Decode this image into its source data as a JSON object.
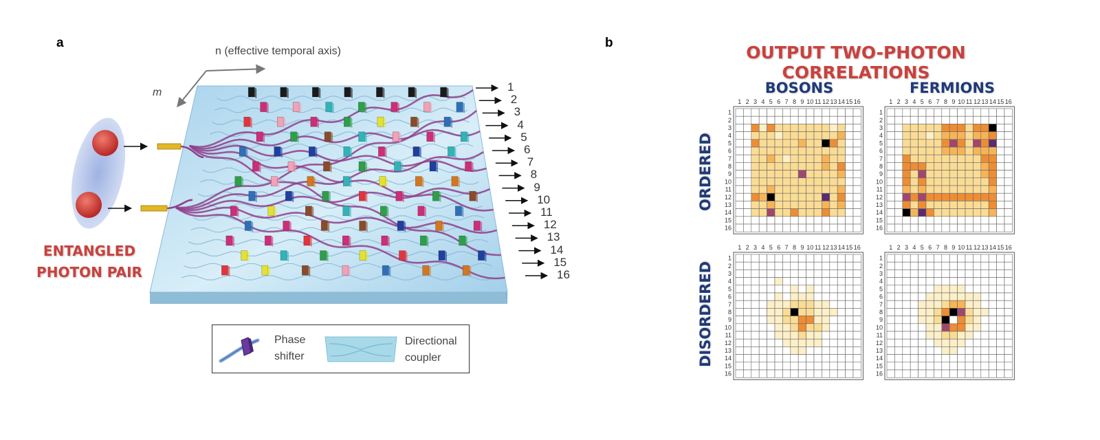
{
  "panel_a": {
    "label": "a",
    "axis_n_label": "n (effective temporal axis)",
    "axis_m_label": "m",
    "entangled_label_line1": "ENTANGLED",
    "entangled_label_line2": "PHOTON PAIR",
    "output_ports": [
      "1",
      "2",
      "3",
      "4",
      "5",
      "6",
      "7",
      "8",
      "9",
      "10",
      "11",
      "12",
      "13",
      "14",
      "15",
      "16"
    ],
    "legend": {
      "phase_shifter_line1": "Phase",
      "phase_shifter_line2": "shifter",
      "coupler_line1": "Directional",
      "coupler_line2": "coupler"
    },
    "colors": {
      "chip": "#a9d4ec",
      "waveguide": "#8f3f8c",
      "photon": "#c8312e",
      "ellipse": "#b9c8ea",
      "input_rod": "#e2b823"
    }
  },
  "panel_b": {
    "label": "b",
    "title": "OUTPUT TWO-PHOTON CORRELATIONS",
    "col_heading_bosons": "BOSONS",
    "col_heading_fermions": "FERMIONS",
    "row_heading_ordered": "ORDERED",
    "row_heading_disordered": "DISORDERED",
    "ticks": [
      "1",
      "2",
      "3",
      "4",
      "5",
      "6",
      "7",
      "8",
      "9",
      "10",
      "11",
      "12",
      "13",
      "14",
      "15",
      "16"
    ],
    "palette": [
      "#ffffff",
      "#fdf0c8",
      "#fbdc95",
      "#f7b457",
      "#ee8d34",
      "#e66a2c",
      "#a0476f",
      "#5a2b70",
      "#000000"
    ],
    "colors": {
      "title": "#c9413d",
      "heading": "#1f3a78",
      "grid": "#555555"
    }
  },
  "chart_data": [
    {
      "type": "heatmap",
      "title": "BOSONS",
      "row_label": "ORDERED",
      "x": [
        1,
        2,
        3,
        4,
        5,
        6,
        7,
        8,
        9,
        10,
        11,
        12,
        13,
        14,
        15,
        16
      ],
      "y": [
        1,
        2,
        3,
        4,
        5,
        6,
        7,
        8,
        9,
        10,
        11,
        12,
        13,
        14,
        15,
        16
      ],
      "scale": "0 = white, 8 = black",
      "values": [
        [
          0,
          0,
          0,
          0,
          0,
          0,
          0,
          0,
          0,
          0,
          0,
          0,
          0,
          0,
          0,
          0
        ],
        [
          0,
          0,
          0,
          0,
          0,
          0,
          0,
          0,
          0,
          0,
          0,
          0,
          0,
          0,
          0,
          0
        ],
        [
          0,
          0,
          4,
          1,
          4,
          2,
          2,
          2,
          2,
          2,
          2,
          2,
          1,
          2,
          0,
          0
        ],
        [
          0,
          0,
          2,
          2,
          2,
          1,
          2,
          2,
          2,
          2,
          2,
          2,
          2,
          3,
          0,
          0
        ],
        [
          0,
          0,
          4,
          2,
          2,
          2,
          2,
          2,
          3,
          2,
          2,
          8,
          4,
          2,
          0,
          0
        ],
        [
          0,
          0,
          2,
          2,
          2,
          2,
          2,
          2,
          2,
          2,
          2,
          2,
          2,
          2,
          0,
          0
        ],
        [
          0,
          0,
          2,
          2,
          3,
          2,
          1,
          2,
          2,
          2,
          2,
          3,
          2,
          2,
          0,
          0
        ],
        [
          0,
          0,
          2,
          2,
          2,
          2,
          2,
          2,
          2,
          2,
          2,
          3,
          2,
          4,
          0,
          0
        ],
        [
          0,
          0,
          2,
          2,
          2,
          2,
          2,
          2,
          6,
          2,
          2,
          2,
          2,
          3,
          0,
          0
        ],
        [
          0,
          0,
          2,
          2,
          2,
          2,
          2,
          2,
          2,
          2,
          2,
          2,
          2,
          2,
          0,
          0
        ],
        [
          0,
          0,
          2,
          2,
          3,
          2,
          2,
          2,
          2,
          2,
          2,
          2,
          2,
          3,
          0,
          0
        ],
        [
          0,
          0,
          4,
          3,
          8,
          2,
          2,
          2,
          2,
          2,
          2,
          7,
          2,
          4,
          0,
          0
        ],
        [
          0,
          0,
          2,
          2,
          3,
          2,
          2,
          2,
          2,
          2,
          2,
          3,
          2,
          3,
          0,
          0
        ],
        [
          0,
          0,
          2,
          2,
          6,
          2,
          2,
          4,
          2,
          2,
          2,
          4,
          2,
          2,
          0,
          0
        ],
        [
          0,
          0,
          0,
          0,
          0,
          0,
          0,
          0,
          0,
          0,
          0,
          0,
          0,
          0,
          0,
          0
        ],
        [
          0,
          0,
          0,
          0,
          0,
          0,
          0,
          0,
          0,
          0,
          0,
          0,
          0,
          0,
          0,
          0
        ]
      ]
    },
    {
      "type": "heatmap",
      "title": "FERMIONS",
      "row_label": "ORDERED",
      "x": [
        1,
        2,
        3,
        4,
        5,
        6,
        7,
        8,
        9,
        10,
        11,
        12,
        13,
        14,
        15,
        16
      ],
      "y": [
        1,
        2,
        3,
        4,
        5,
        6,
        7,
        8,
        9,
        10,
        11,
        12,
        13,
        14,
        15,
        16
      ],
      "scale": "0 = white, 8 = black",
      "values": [
        [
          0,
          0,
          0,
          0,
          0,
          0,
          0,
          0,
          0,
          0,
          0,
          0,
          0,
          0,
          0,
          0
        ],
        [
          0,
          0,
          0,
          0,
          0,
          0,
          0,
          0,
          0,
          0,
          0,
          0,
          0,
          0,
          0,
          0
        ],
        [
          0,
          0,
          2,
          2,
          2,
          2,
          2,
          4,
          4,
          4,
          2,
          4,
          4,
          8,
          0,
          0
        ],
        [
          0,
          0,
          2,
          2,
          2,
          1,
          2,
          3,
          3,
          3,
          2,
          3,
          3,
          4,
          0,
          0
        ],
        [
          0,
          0,
          2,
          2,
          2,
          2,
          2,
          4,
          6,
          4,
          2,
          6,
          4,
          7,
          0,
          0
        ],
        [
          0,
          0,
          2,
          2,
          2,
          2,
          2,
          3,
          3,
          3,
          2,
          3,
          3,
          3,
          0,
          0
        ],
        [
          0,
          0,
          4,
          2,
          2,
          2,
          2,
          2,
          2,
          2,
          2,
          2,
          4,
          4,
          0,
          0
        ],
        [
          0,
          0,
          4,
          4,
          4,
          2,
          2,
          2,
          2,
          2,
          2,
          2,
          3,
          4,
          0,
          0
        ],
        [
          0,
          0,
          4,
          2,
          6,
          2,
          2,
          2,
          2,
          2,
          2,
          2,
          3,
          4,
          0,
          0
        ],
        [
          0,
          0,
          4,
          2,
          4,
          2,
          2,
          2,
          2,
          2,
          2,
          2,
          2,
          4,
          0,
          0
        ],
        [
          0,
          0,
          3,
          2,
          3,
          2,
          2,
          2,
          2,
          2,
          2,
          2,
          2,
          3,
          0,
          0
        ],
        [
          0,
          0,
          6,
          4,
          6,
          4,
          4,
          4,
          4,
          4,
          4,
          4,
          4,
          4,
          0,
          0
        ],
        [
          0,
          0,
          4,
          2,
          4,
          2,
          2,
          2,
          2,
          2,
          2,
          2,
          2,
          4,
          0,
          0
        ],
        [
          0,
          0,
          8,
          3,
          7,
          4,
          2,
          2,
          2,
          2,
          2,
          2,
          2,
          3,
          0,
          0
        ],
        [
          0,
          0,
          0,
          0,
          0,
          0,
          0,
          0,
          0,
          0,
          0,
          0,
          0,
          0,
          0,
          0
        ],
        [
          0,
          0,
          0,
          0,
          0,
          0,
          0,
          0,
          0,
          0,
          0,
          0,
          0,
          0,
          0,
          0
        ]
      ]
    },
    {
      "type": "heatmap",
      "title": "BOSONS",
      "row_label": "DISORDERED",
      "x": [
        1,
        2,
        3,
        4,
        5,
        6,
        7,
        8,
        9,
        10,
        11,
        12,
        13,
        14,
        15,
        16
      ],
      "y": [
        1,
        2,
        3,
        4,
        5,
        6,
        7,
        8,
        9,
        10,
        11,
        12,
        13,
        14,
        15,
        16
      ],
      "scale": "0 = white, 8 = black",
      "values": [
        [
          0,
          0,
          0,
          0,
          0,
          0,
          0,
          0,
          0,
          0,
          0,
          0,
          0,
          0,
          0,
          0
        ],
        [
          0,
          0,
          0,
          0,
          0,
          0,
          0,
          0,
          0,
          0,
          0,
          0,
          0,
          0,
          0,
          0
        ],
        [
          0,
          0,
          0,
          0,
          0,
          0,
          0,
          0,
          0,
          0,
          0,
          0,
          0,
          0,
          0,
          0
        ],
        [
          0,
          0,
          0,
          0,
          0,
          1,
          0,
          0,
          0,
          0,
          0,
          0,
          0,
          0,
          0,
          0
        ],
        [
          0,
          0,
          0,
          0,
          0,
          0,
          0,
          1,
          0,
          1,
          0,
          0,
          0,
          0,
          0,
          0
        ],
        [
          0,
          0,
          0,
          0,
          0,
          1,
          0,
          1,
          1,
          1,
          0,
          0,
          0,
          0,
          0,
          0
        ],
        [
          0,
          0,
          0,
          0,
          1,
          1,
          1,
          2,
          2,
          2,
          1,
          1,
          0,
          0,
          0,
          0
        ],
        [
          0,
          0,
          0,
          0,
          1,
          1,
          2,
          8,
          2,
          2,
          1,
          1,
          1,
          0,
          0,
          0
        ],
        [
          0,
          0,
          0,
          0,
          1,
          1,
          2,
          2,
          4,
          4,
          1,
          1,
          0,
          0,
          0,
          0
        ],
        [
          0,
          0,
          0,
          0,
          0,
          1,
          1,
          2,
          4,
          2,
          2,
          1,
          0,
          0,
          0,
          0
        ],
        [
          0,
          0,
          0,
          0,
          0,
          1,
          1,
          1,
          2,
          1,
          1,
          0,
          0,
          0,
          0,
          0
        ],
        [
          0,
          0,
          0,
          0,
          0,
          0,
          1,
          1,
          1,
          1,
          1,
          0,
          0,
          0,
          0,
          0
        ],
        [
          0,
          0,
          0,
          0,
          0,
          0,
          0,
          1,
          1,
          0,
          0,
          0,
          0,
          0,
          0,
          0
        ],
        [
          0,
          0,
          0,
          0,
          0,
          0,
          0,
          0,
          0,
          0,
          0,
          0,
          0,
          0,
          0,
          0
        ],
        [
          0,
          0,
          0,
          0,
          0,
          0,
          0,
          0,
          0,
          0,
          0,
          0,
          0,
          0,
          0,
          0
        ],
        [
          0,
          0,
          0,
          0,
          0,
          0,
          0,
          0,
          0,
          0,
          0,
          0,
          0,
          0,
          0,
          0
        ]
      ]
    },
    {
      "type": "heatmap",
      "title": "FERMIONS",
      "row_label": "DISORDERED",
      "x": [
        1,
        2,
        3,
        4,
        5,
        6,
        7,
        8,
        9,
        10,
        11,
        12,
        13,
        14,
        15,
        16
      ],
      "y": [
        1,
        2,
        3,
        4,
        5,
        6,
        7,
        8,
        9,
        10,
        11,
        12,
        13,
        14,
        15,
        16
      ],
      "scale": "0 = white, 8 = black",
      "values": [
        [
          0,
          0,
          0,
          0,
          0,
          0,
          0,
          0,
          0,
          0,
          0,
          0,
          0,
          0,
          0,
          0
        ],
        [
          0,
          0,
          0,
          0,
          0,
          0,
          0,
          0,
          0,
          0,
          0,
          0,
          0,
          0,
          0,
          0
        ],
        [
          0,
          0,
          0,
          0,
          0,
          0,
          0,
          0,
          0,
          0,
          0,
          0,
          0,
          0,
          0,
          0
        ],
        [
          0,
          0,
          0,
          0,
          0,
          0,
          0,
          0,
          0,
          0,
          0,
          0,
          0,
          0,
          0,
          0
        ],
        [
          0,
          0,
          0,
          0,
          0,
          0,
          1,
          1,
          1,
          1,
          0,
          0,
          0,
          0,
          0,
          0
        ],
        [
          0,
          0,
          0,
          0,
          0,
          1,
          1,
          1,
          1,
          1,
          1,
          1,
          0,
          0,
          0,
          0
        ],
        [
          0,
          0,
          0,
          0,
          1,
          1,
          1,
          2,
          3,
          3,
          1,
          1,
          0,
          0,
          0,
          0
        ],
        [
          0,
          0,
          0,
          0,
          1,
          1,
          2,
          4,
          8,
          6,
          2,
          1,
          1,
          0,
          0,
          0
        ],
        [
          0,
          0,
          0,
          0,
          1,
          1,
          2,
          8,
          0,
          4,
          2,
          1,
          0,
          0,
          0,
          0
        ],
        [
          0,
          0,
          0,
          0,
          0,
          1,
          1,
          6,
          4,
          4,
          1,
          1,
          0,
          0,
          0,
          0
        ],
        [
          0,
          0,
          0,
          0,
          0,
          1,
          1,
          2,
          2,
          1,
          1,
          0,
          0,
          0,
          0,
          0
        ],
        [
          0,
          0,
          0,
          0,
          0,
          0,
          1,
          1,
          1,
          1,
          0,
          0,
          0,
          0,
          0,
          0
        ],
        [
          0,
          0,
          0,
          0,
          0,
          0,
          0,
          1,
          1,
          0,
          0,
          0,
          0,
          0,
          0,
          0
        ],
        [
          0,
          0,
          0,
          0,
          0,
          0,
          0,
          0,
          0,
          0,
          0,
          0,
          0,
          0,
          0,
          0
        ],
        [
          0,
          0,
          0,
          0,
          0,
          0,
          0,
          0,
          0,
          0,
          0,
          0,
          0,
          0,
          0,
          0
        ],
        [
          0,
          0,
          0,
          0,
          0,
          0,
          0,
          0,
          0,
          0,
          0,
          0,
          0,
          0,
          0,
          0
        ]
      ]
    }
  ]
}
